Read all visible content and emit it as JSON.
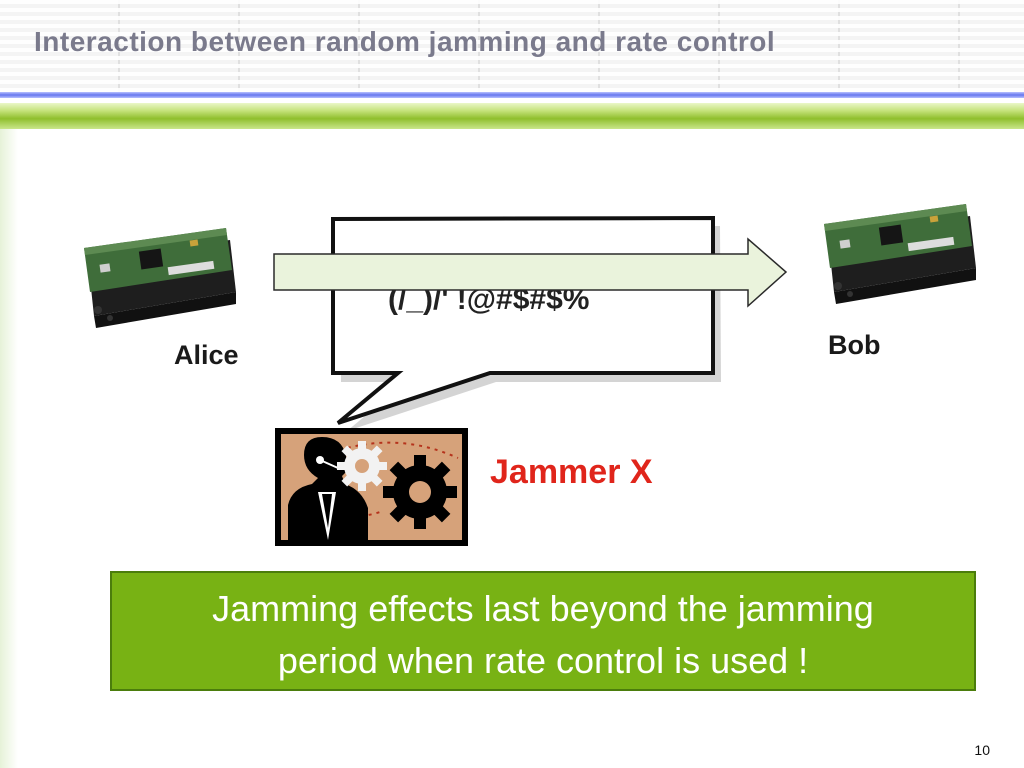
{
  "slide": {
    "title": "Interaction between random jamming and rate control",
    "page_number": "10"
  },
  "diagram": {
    "sender_label": "Alice",
    "receiver_label": "Bob",
    "jammer_label": "Jammer X",
    "garbled_text": "(/_)/' !@#$#$%"
  },
  "callout": {
    "line1": "Jamming effects last beyond the jamming",
    "line2": "period when rate control is used !"
  },
  "colors": {
    "accent_green": "#78b214",
    "jammer_red": "#e0251b",
    "arrow_fill": "#eaf3dc"
  }
}
